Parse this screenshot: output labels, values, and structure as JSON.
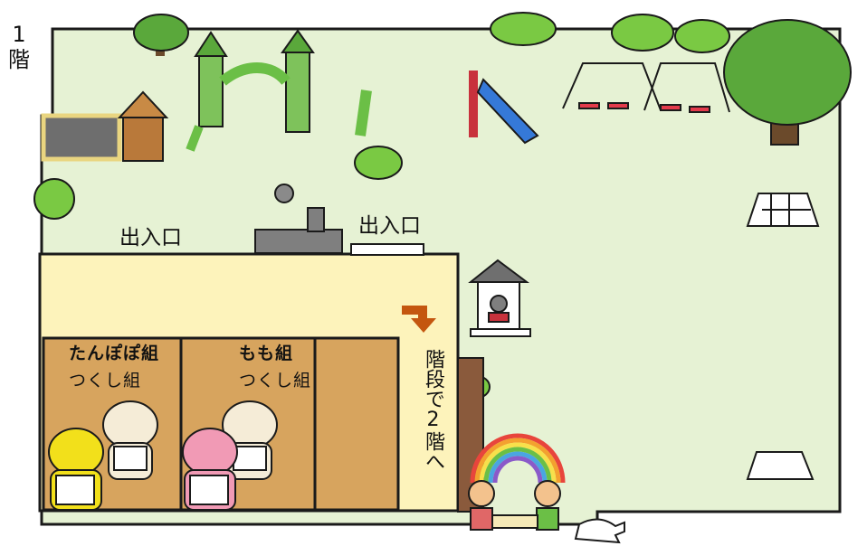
{
  "floor_label": "1\n階",
  "entrances": {
    "left": "出入口",
    "right": "出入口"
  },
  "rooms": [
    {
      "title": "たんぽぽ組",
      "subtitle": "つくし組"
    },
    {
      "title": "もも組",
      "subtitle": "つくし組"
    },
    {
      "title": "",
      "subtitle": ""
    }
  ],
  "stairs": {
    "text": "階段で2階へ"
  },
  "colors": {
    "yard": "#e6f2d4",
    "building": "#fdf3bb",
    "room": "#d7a45e",
    "stairs_arrow": "#c4560f"
  },
  "icons": [
    "tree-icon",
    "sandbox-icon",
    "playhouse-icon",
    "climbing-structure-icon",
    "slide-icon",
    "swing-icon",
    "jungle-gym-icon",
    "shrine-icon",
    "rainbow-arch-icon",
    "turtle-icon",
    "bear-icon",
    "bush-icon"
  ]
}
